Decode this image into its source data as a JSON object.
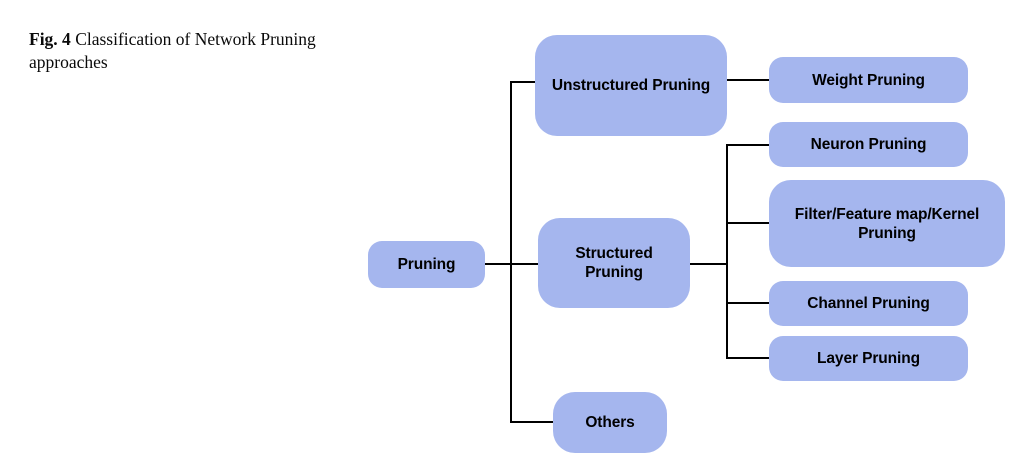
{
  "caption": {
    "figure_label": "Fig. 4",
    "text": "Classification of Network Pruning approaches"
  },
  "theme": {
    "node_fill": "#a5b6ee",
    "node_text": "#000000",
    "connector": "#000000",
    "background": "#ffffff"
  },
  "diagram": {
    "type": "tree",
    "root": "Pruning",
    "nodes": {
      "root": {
        "label": "Pruning"
      },
      "unstructured": {
        "label": "Unstructured Pruning"
      },
      "structured": {
        "label": "Structured Pruning"
      },
      "others": {
        "label": "Others"
      },
      "weight": {
        "label": "Weight Pruning"
      },
      "neuron": {
        "label": "Neuron Pruning"
      },
      "filter": {
        "label": "Filter/Feature map/Kernel Pruning"
      },
      "channel": {
        "label": "Channel Pruning"
      },
      "layer": {
        "label": "Layer Pruning"
      }
    },
    "edges": [
      {
        "from": "root",
        "to": "unstructured"
      },
      {
        "from": "root",
        "to": "structured"
      },
      {
        "from": "root",
        "to": "others"
      },
      {
        "from": "unstructured",
        "to": "weight"
      },
      {
        "from": "structured",
        "to": "neuron"
      },
      {
        "from": "structured",
        "to": "filter"
      },
      {
        "from": "structured",
        "to": "channel"
      },
      {
        "from": "structured",
        "to": "layer"
      }
    ]
  }
}
